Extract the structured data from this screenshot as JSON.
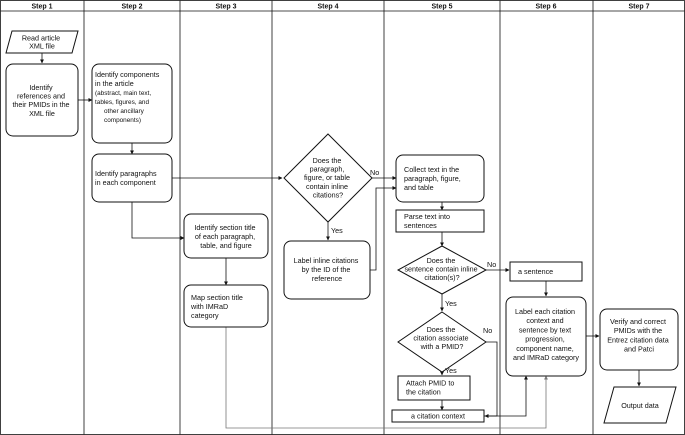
{
  "steps": [
    "Step 1",
    "Step 2",
    "Step 3",
    "Step 4",
    "Step 5",
    "Step 6",
    "Step 7"
  ],
  "nodes": {
    "read_xml": [
      "Read article",
      "XML file"
    ],
    "identify_refs": [
      "Identify",
      "references and",
      "their PMIDs in the",
      "XML file"
    ],
    "identify_components": [
      "Identify components",
      "in the article",
      "(abstract, main text,",
      "tables, figures, and",
      "other ancillary",
      "components)"
    ],
    "identify_paragraphs": [
      "Identify paragraphs",
      "in each component"
    ],
    "identify_section": [
      "Identify section title",
      "of each paragraph,",
      "table, and figure"
    ],
    "map_section": [
      "Map section title",
      "with IMRaD",
      "category"
    ],
    "contain_citations": [
      "Does the",
      "paragraph,",
      "figure, or table",
      "contain inline",
      "citations?"
    ],
    "label_inline": [
      "Label inline citations",
      "by the ID of the",
      "reference"
    ],
    "collect_text": [
      "Collect text in the",
      "paragraph, figure,",
      "and table"
    ],
    "parse_text": [
      "Parse text into",
      "sentences"
    ],
    "sentence_contain": [
      "Does the",
      "sentence contain inline",
      "citation(s)?"
    ],
    "citation_associate": [
      "Does the",
      "citation associate",
      "with a PMID?"
    ],
    "attach_pmid": [
      "Attach PMID to",
      "the citation"
    ],
    "citation_context": [
      "a citation context"
    ],
    "a_sentence": [
      "a sentence"
    ],
    "label_context": [
      "Label each citation",
      "context and",
      "sentence by text",
      "progression,",
      "component name,",
      "and IMRaD category"
    ],
    "verify_pmids": [
      "Verify and correct",
      "PMIDs with the",
      "Entrez citation data",
      "and Patci"
    ],
    "output_data": [
      "Output data"
    ]
  },
  "edge_labels": {
    "no1": "No",
    "yes1": "Yes",
    "no2": "No",
    "yes2": "Yes",
    "no3": "No",
    "yes3": "Yes"
  }
}
